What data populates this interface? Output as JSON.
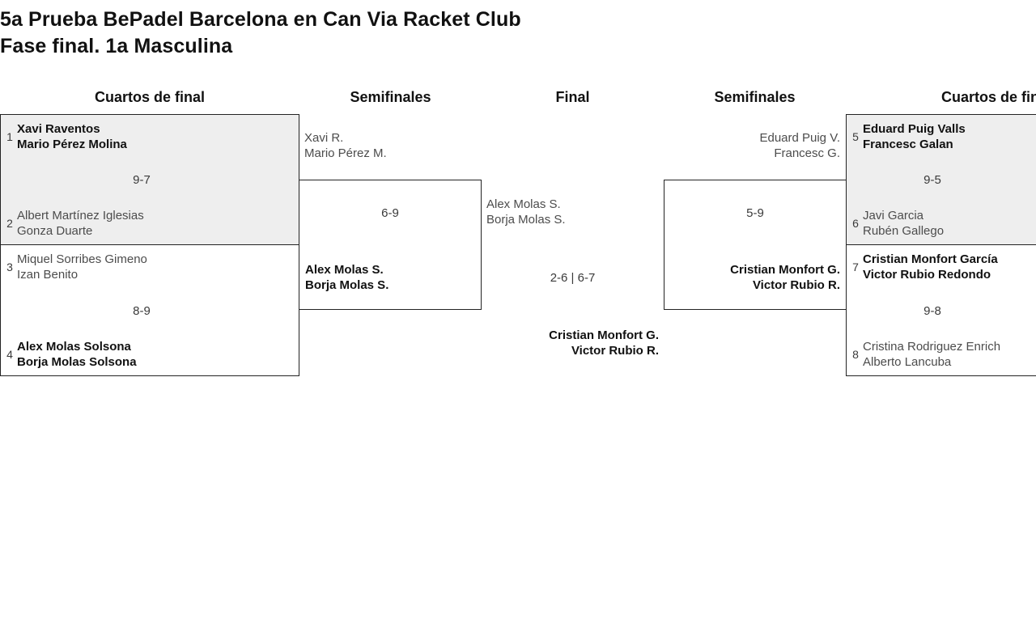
{
  "title": {
    "line1": "5a Prueba BePadel Barcelona en Can Via Racket Club",
    "line2": "Fase final. 1a Masculina"
  },
  "headers": {
    "qf_left": "Cuartos de final",
    "sf_left": "Semifinales",
    "final": "Final",
    "sf_right": "Semifinales",
    "qf_right": "Cuartos de fin"
  },
  "bracket": {
    "qf_left": [
      {
        "seed_top": "1",
        "top_player1": "Xavi Raventos",
        "top_player2": "Mario Pérez Molina",
        "top_winner": true,
        "score": "9-7",
        "seed_bottom": "2",
        "bottom_player1": "Albert Martínez Iglesias",
        "bottom_player2": "Gonza Duarte",
        "bottom_winner": false
      },
      {
        "seed_top": "3",
        "top_player1": "Miquel Sorribes Gimeno",
        "top_player2": "Izan Benito",
        "top_winner": false,
        "score": "8-9",
        "seed_bottom": "4",
        "bottom_player1": "Alex Molas Solsona",
        "bottom_player2": "Borja Molas Solsona",
        "bottom_winner": true
      }
    ],
    "sf_left": {
      "top_player1": "Xavi R.",
      "top_player2": "Mario Pérez M.",
      "top_winner": false,
      "score": "6-9",
      "bottom_player1": "Alex Molas S.",
      "bottom_player2": "Borja Molas S.",
      "bottom_winner": true
    },
    "final": {
      "top_player1": "Alex Molas S.",
      "top_player2": "Borja Molas S.",
      "top_winner": false,
      "score": "2-6 | 6-7",
      "bottom_player1": "Cristian Monfort G.",
      "bottom_player2": "Victor Rubio R.",
      "bottom_winner": true
    },
    "sf_right": {
      "top_player1": "Eduard Puig V.",
      "top_player2": "Francesc G.",
      "top_winner": false,
      "score": "5-9",
      "bottom_player1": "Cristian Monfort G.",
      "bottom_player2": "Victor Rubio R.",
      "bottom_winner": true
    },
    "qf_right": [
      {
        "seed_top": "5",
        "top_player1": "Eduard Puig Valls",
        "top_player2": "Francesc Galan",
        "top_winner": true,
        "score": "9-5",
        "seed_bottom": "6",
        "bottom_player1": "Javi Garcia",
        "bottom_player2": "Rubén Gallego",
        "bottom_winner": false
      },
      {
        "seed_top": "7",
        "top_player1": "Cristian Monfort García",
        "top_player2": "Victor Rubio Redondo",
        "top_winner": true,
        "score": "9-8",
        "seed_bottom": "8",
        "bottom_player1": "Cristina Rodriguez Enrich",
        "bottom_player2": "Alberto Lancuba",
        "bottom_winner": false
      }
    ]
  },
  "colors": {
    "shaded_background": "#eeeeee",
    "border": "#232323",
    "text_primary": "#111111",
    "text_secondary": "#4c4c4c"
  }
}
